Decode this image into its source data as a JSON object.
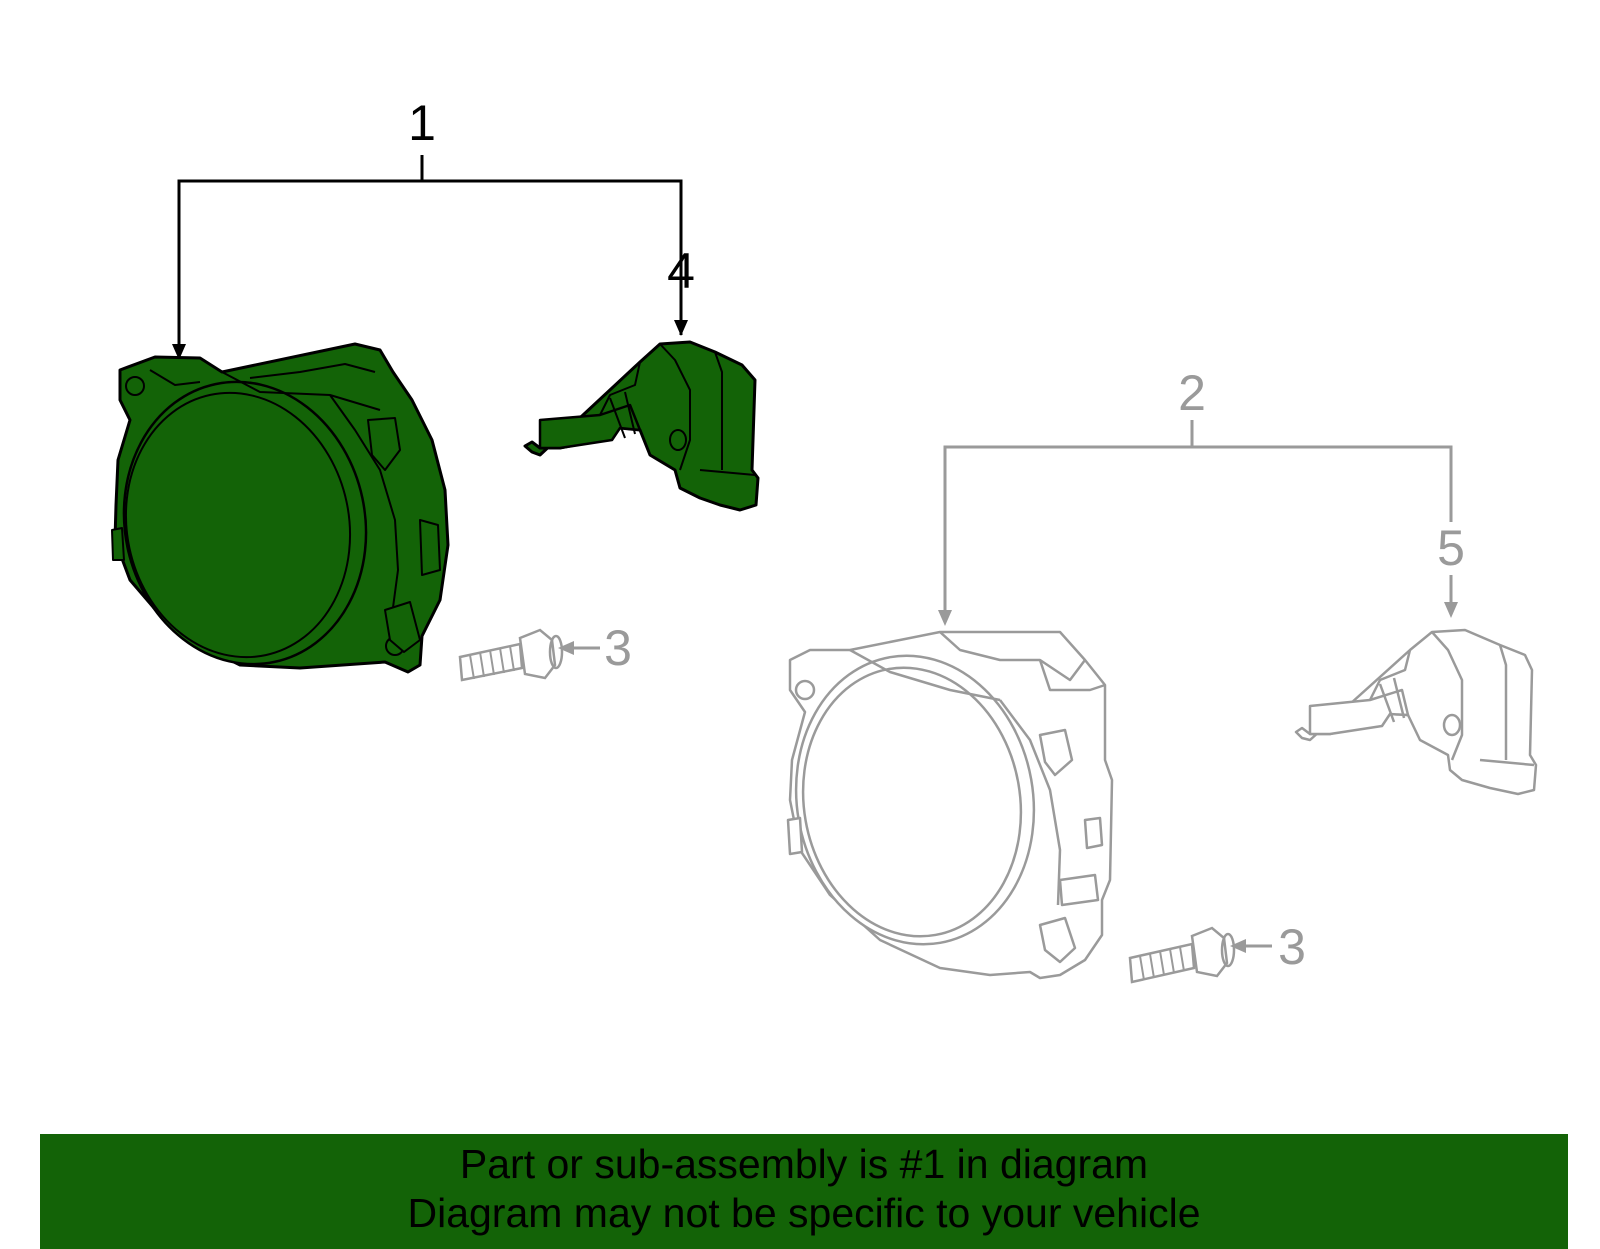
{
  "colors": {
    "highlight_fill": "#136307",
    "active_stroke": "#000000",
    "inactive_stroke": "#9a9a9a",
    "banner_bg": "#136307",
    "banner_text": "#000000"
  },
  "callouts": {
    "c1": "1",
    "c2": "2",
    "c3a": "3",
    "c3b": "3",
    "c4": "4",
    "c5": "5"
  },
  "banner": {
    "line1": "Part or sub-assembly is #1 in diagram",
    "line2": "Diagram may not be specific to your vehicle"
  }
}
